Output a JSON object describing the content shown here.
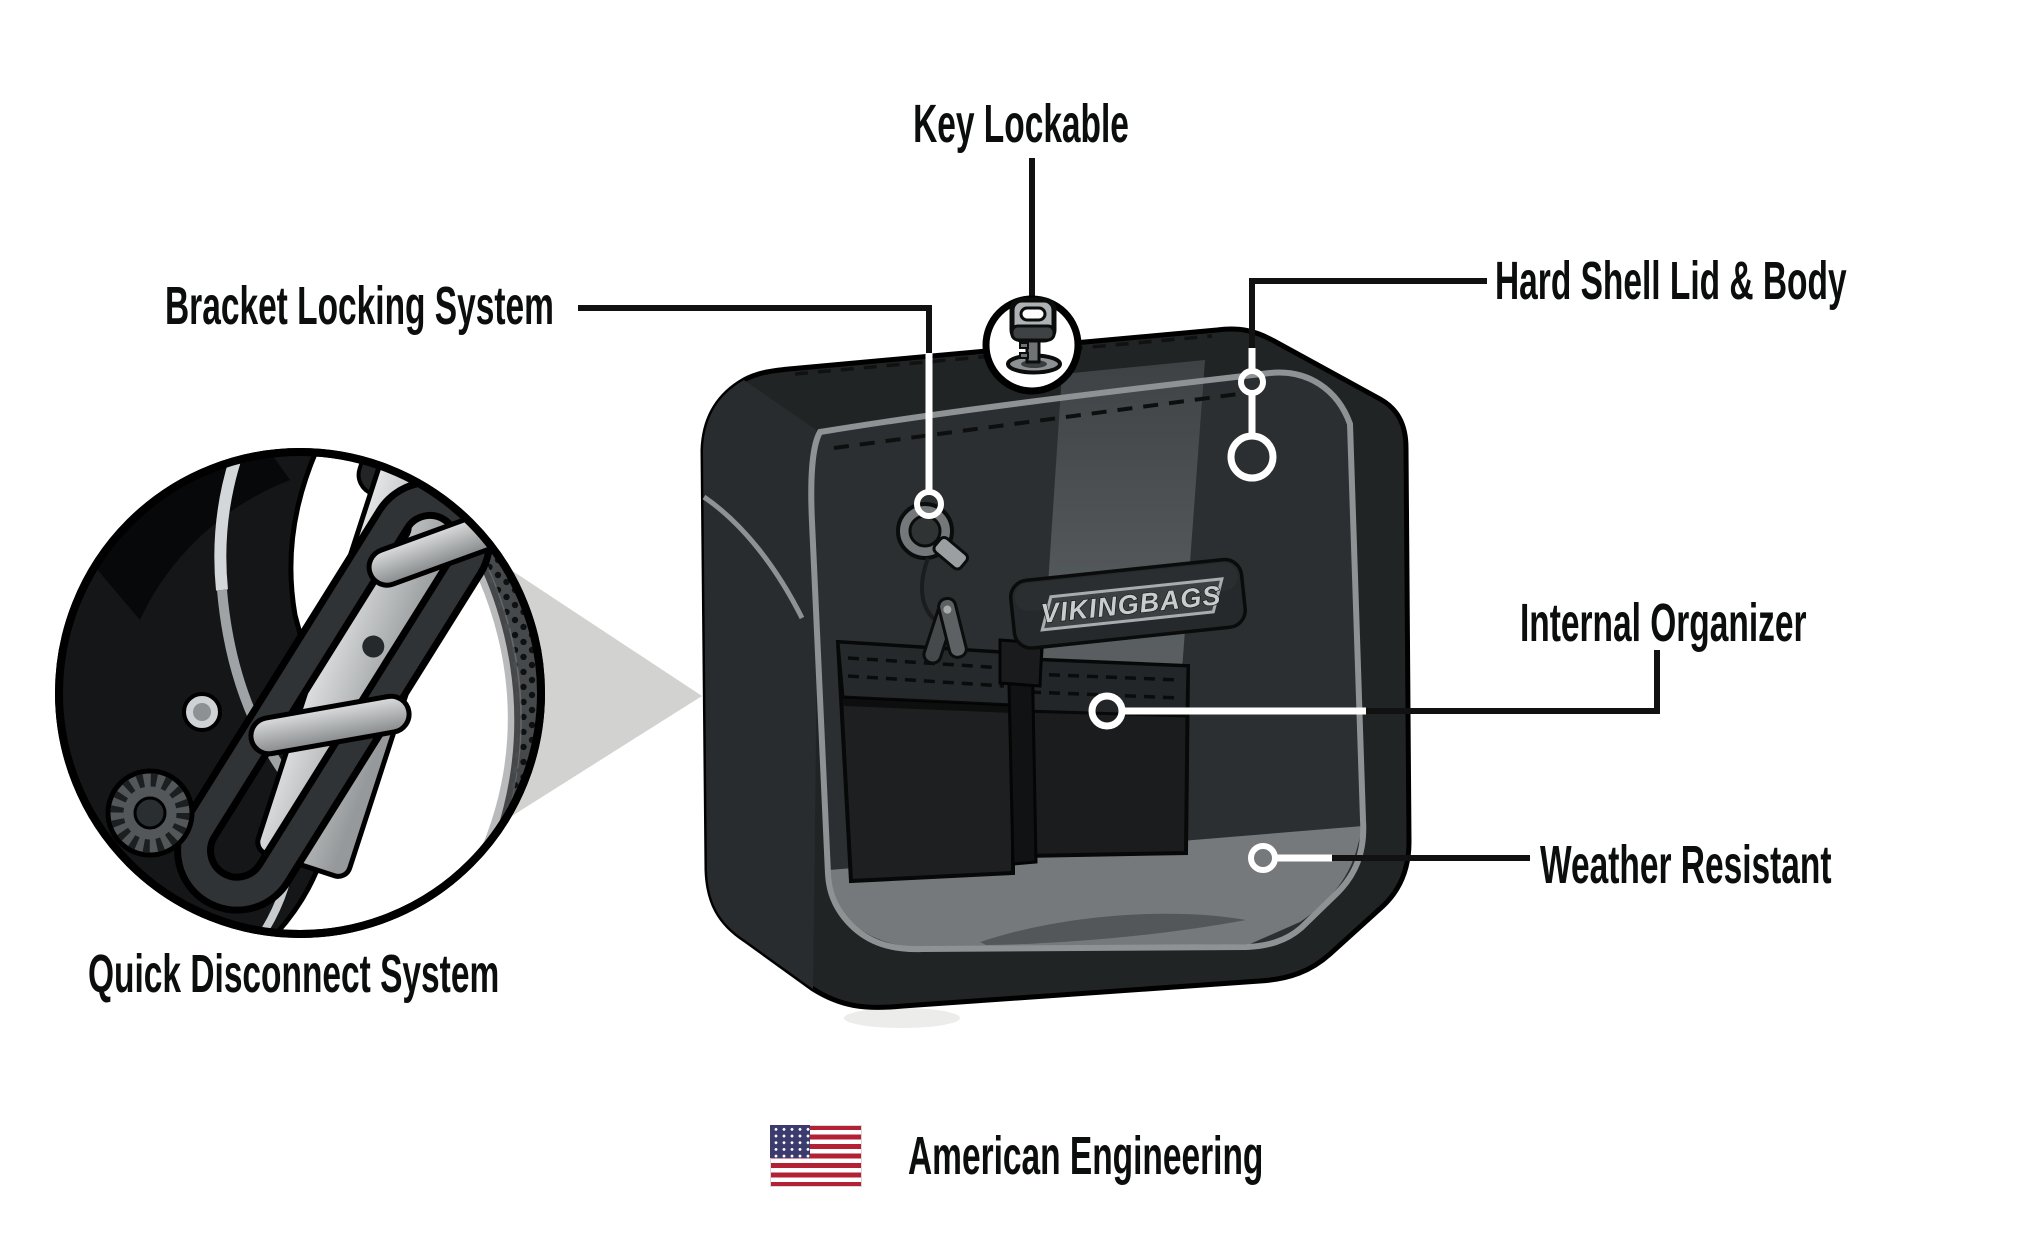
{
  "callouts": {
    "key_lockable": {
      "label": "Key Lockable"
    },
    "bracket_locking_system": {
      "label": "Bracket Locking System"
    },
    "hard_shell_lid_body": {
      "label": "Hard Shell Lid & Body"
    },
    "internal_organizer": {
      "label": "Internal Organizer"
    },
    "weather_resistant": {
      "label": "Weather Resistant"
    },
    "quick_disconnect_system": {
      "label": "Quick Disconnect System"
    }
  },
  "footer": {
    "label": "American Engineering"
  },
  "product": {
    "brand_badge": "VIKINGBAGS"
  },
  "colors": {
    "label_text": "#0c0d0d",
    "connector_black": "#111111",
    "connector_white": "#ffffff",
    "bag_body": "#212425",
    "bag_interior": "#2c2f31",
    "rim_gray": "#8e9294",
    "triangle_gray": "#d2d2d0",
    "flag_red": "#B22234",
    "flag_blue": "#3C3B6E"
  }
}
